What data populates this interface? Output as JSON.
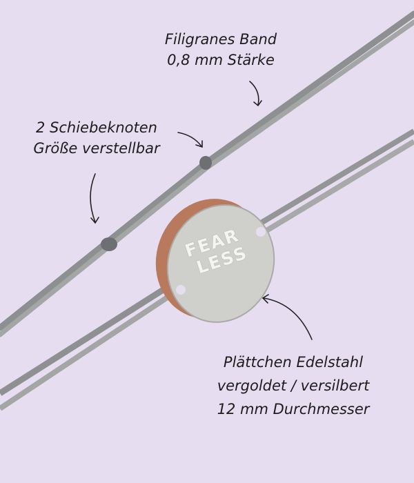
{
  "annotations": {
    "band": {
      "line1": "Filigranes Band",
      "line2": "0,8 mm Stärke"
    },
    "knots": {
      "line1": "2 Schiebeknoten",
      "line2": "Größe verstellbar"
    },
    "plate": {
      "line1": "Plättchen Edelstahl",
      "line2": "vergoldet / versilbert",
      "line3": "12 mm Durchmesser"
    }
  },
  "engraving": {
    "line1": "FEAR",
    "line2": "LESS"
  },
  "colors": {
    "background": "#e6def0",
    "cord": "#9a9c9c",
    "plate": "#c9c9c6",
    "text": "#1c1c1c"
  }
}
